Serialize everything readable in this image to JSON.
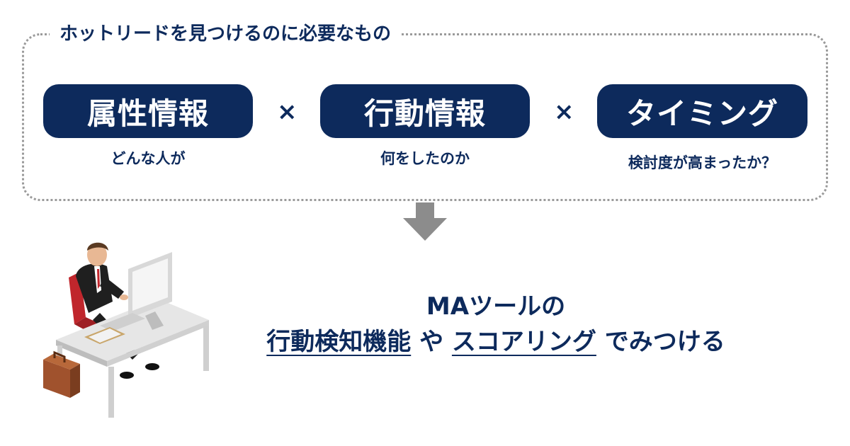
{
  "header": {
    "title": "ホットリードを見つけるのに必要なもの"
  },
  "factors": [
    {
      "label": "属性情報",
      "caption": "どんな人が"
    },
    {
      "label": "行動情報",
      "caption": "何をしたのか"
    },
    {
      "label": "タイミング",
      "caption": "検討度が高まったか？"
    }
  ],
  "operator": "×",
  "result": {
    "line1": "MAツールの",
    "highlight1": "行動検知機能",
    "connector": "や",
    "highlight2": "スコアリング",
    "suffix": "でみつける"
  },
  "colors": {
    "navy": "#0d2a5c",
    "arrow": "#8c8c8c",
    "border": "#9a9a9a"
  },
  "illustration": {
    "icon": "businessman-at-desk-icon"
  }
}
